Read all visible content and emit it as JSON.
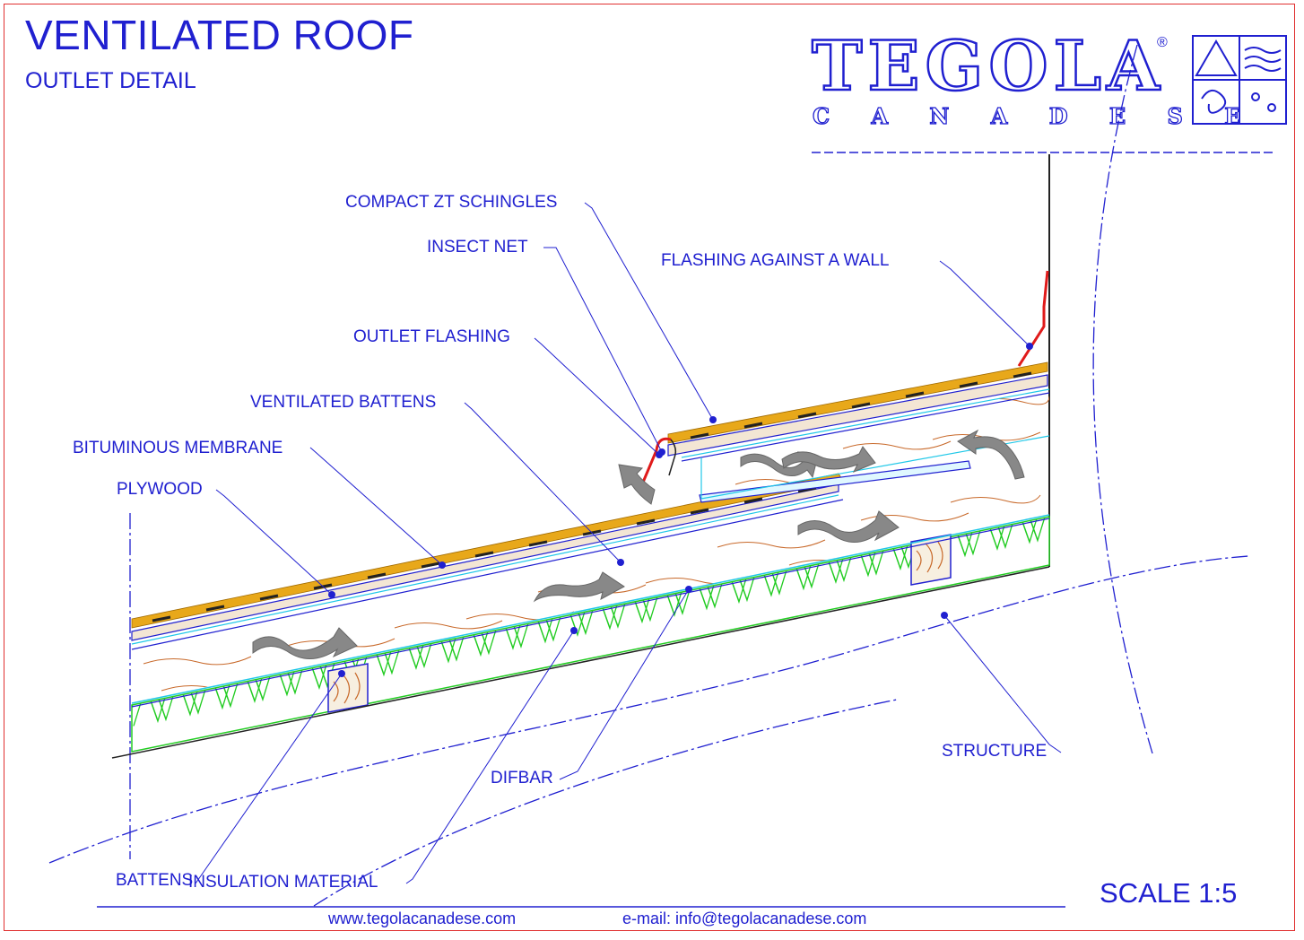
{
  "title": "VENTILATED ROOF",
  "subtitle": "OUTLET DETAIL",
  "brand": {
    "name": "TEGOLA",
    "registered": "®",
    "tagline": "C A N A D E S E"
  },
  "labels": {
    "compact_zt": "COMPACT ZT SCHINGLES",
    "insect_net": "INSECT NET",
    "flashing_wall": "FLASHING AGAINST A WALL",
    "outlet_flashing": "OUTLET FLASHING",
    "ventilated_battens": "VENTILATED BATTENS",
    "bituminous_membrane": "BITUMINOUS MEMBRANE",
    "plywood": "PLYWOOD",
    "structure": "STRUCTURE",
    "difbar": "DIFBAR",
    "battens": "BATTENS",
    "insulation": "INSULATION MATERIAL"
  },
  "scale": "SCALE 1:5",
  "footer": {
    "website": "www.tegolacanadese.com",
    "email": "e-mail: info@tegolacanadese.com"
  },
  "colors": {
    "label": "#2020d0",
    "shingle": "#e8a81a",
    "insulation": "#22cc22",
    "wood": "#c8692a",
    "flashing": "#e01a1a",
    "cyan": "#20c8e8",
    "frame": "#e03030"
  }
}
